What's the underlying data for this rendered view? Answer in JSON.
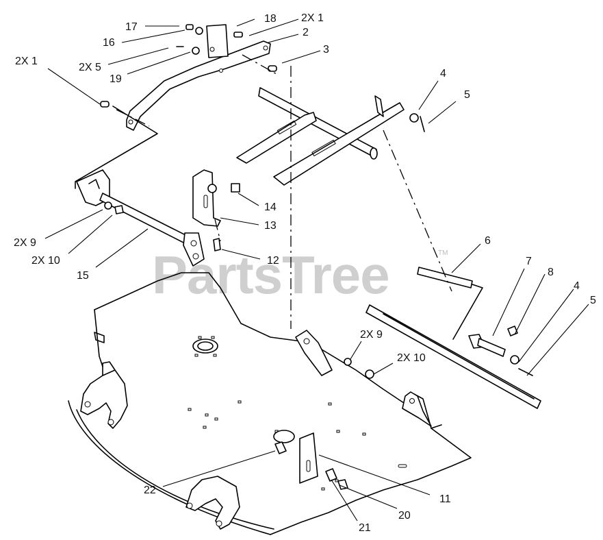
{
  "watermark": {
    "text": "PartsTree",
    "trademark": "TM"
  },
  "callouts": [
    {
      "id": "c17a",
      "text": "17"
    },
    {
      "id": "c18",
      "text": "18"
    },
    {
      "id": "c2x1a",
      "text": "2X 1"
    },
    {
      "id": "c16",
      "text": "16"
    },
    {
      "id": "c2",
      "text": "2"
    },
    {
      "id": "c3",
      "text": "3"
    },
    {
      "id": "c2x1b",
      "text": "2X 1"
    },
    {
      "id": "c2x5",
      "text": "2X 5"
    },
    {
      "id": "c19",
      "text": "19"
    },
    {
      "id": "c4a",
      "text": "4"
    },
    {
      "id": "c5a",
      "text": "5"
    },
    {
      "id": "c14",
      "text": "14"
    },
    {
      "id": "c13",
      "text": "13"
    },
    {
      "id": "c2x9a",
      "text": "2X 9"
    },
    {
      "id": "c2x10a",
      "text": "2X 10"
    },
    {
      "id": "c15",
      "text": "15"
    },
    {
      "id": "c12",
      "text": "12"
    },
    {
      "id": "c6",
      "text": "6"
    },
    {
      "id": "c7",
      "text": "7"
    },
    {
      "id": "c8",
      "text": "8"
    },
    {
      "id": "c4b",
      "text": "4"
    },
    {
      "id": "c5b",
      "text": "5"
    },
    {
      "id": "c2x9b",
      "text": "2X 9"
    },
    {
      "id": "c2x10b",
      "text": "2X 10"
    },
    {
      "id": "c22",
      "text": "22"
    },
    {
      "id": "c11",
      "text": "11"
    },
    {
      "id": "c20",
      "text": "20"
    },
    {
      "id": "c21",
      "text": "21"
    }
  ]
}
